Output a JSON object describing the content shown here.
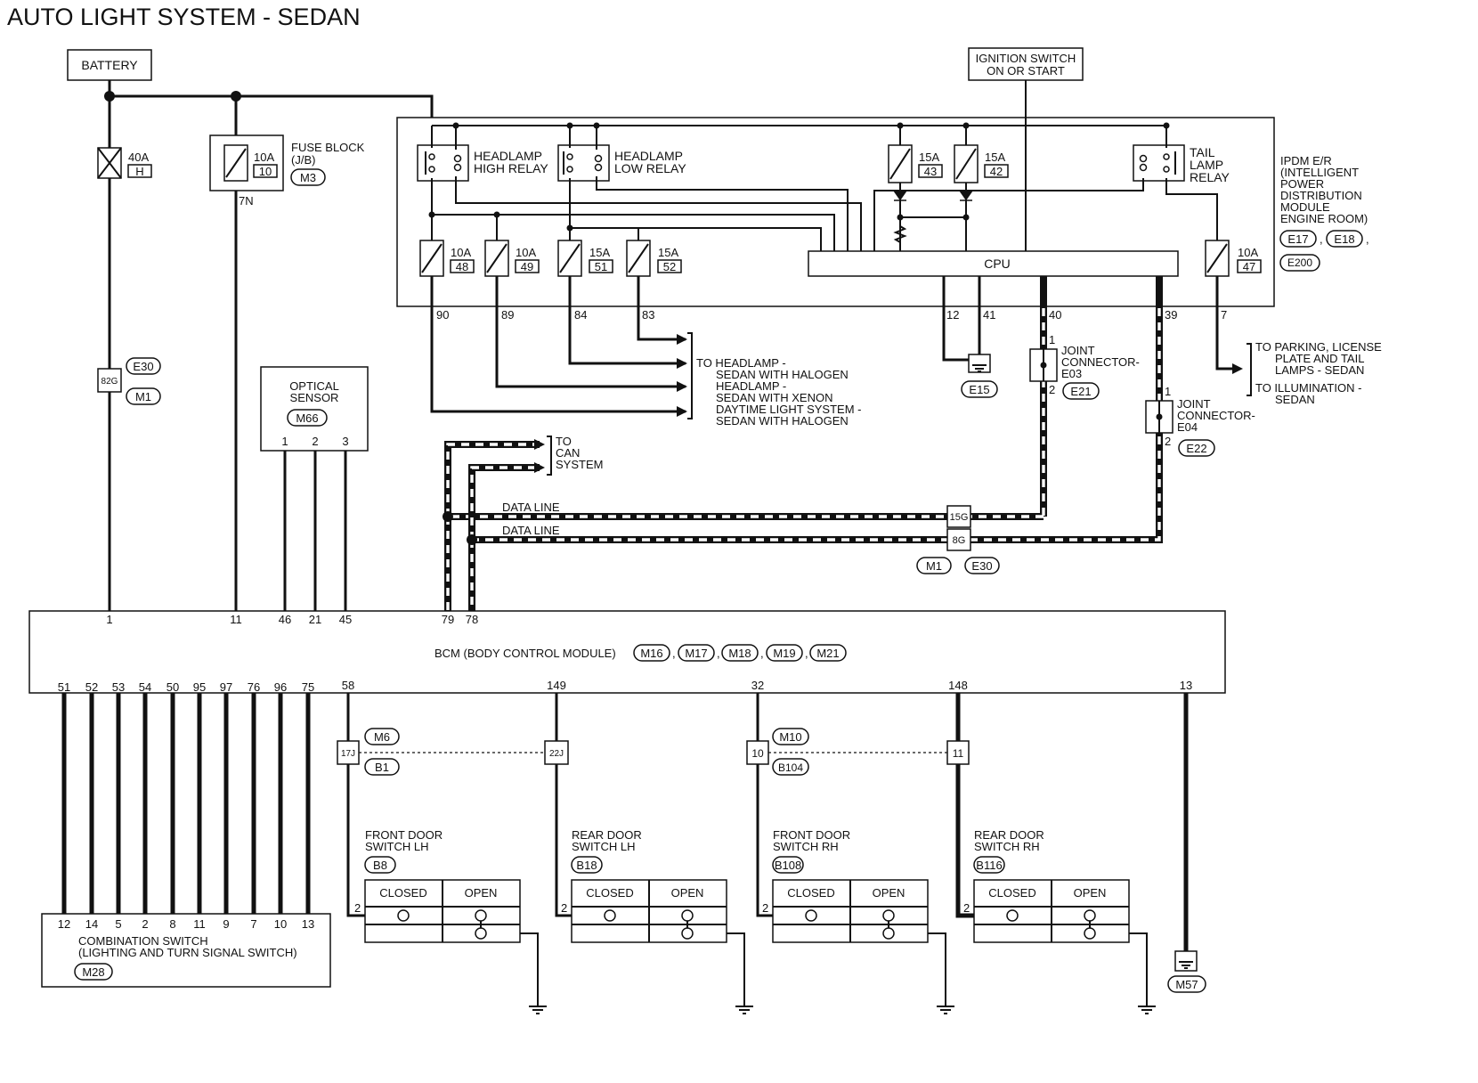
{
  "title": "AUTO LIGHT SYSTEM - SEDAN",
  "battery": "BATTERY",
  "ignition_switch": "IGNITION SWITCH ON OR START",
  "fuse_40a": {
    "amp": "40A",
    "id": "H"
  },
  "fuse_block": {
    "amp": "10A",
    "id": "10",
    "name": "FUSE BLOCK (J/B)",
    "connector": "M3",
    "terminal": "7N"
  },
  "ipdm": {
    "name": [
      "IPDM E/R",
      "(INTELLIGENT",
      "POWER",
      "DISTRIBUTION",
      "MODULE",
      "ENGINE ROOM)"
    ],
    "connectors": [
      "E17",
      "E18",
      "E200"
    ],
    "cpu": "CPU",
    "relays": {
      "high": [
        "HEADLAMP",
        "HIGH RELAY"
      ],
      "low": [
        "HEADLAMP",
        "LOW RELAY"
      ],
      "tail": [
        "TAIL",
        "LAMP",
        "RELAY"
      ]
    },
    "fuses": [
      {
        "amp": "10A",
        "id": "48"
      },
      {
        "amp": "10A",
        "id": "49"
      },
      {
        "amp": "15A",
        "id": "51"
      },
      {
        "amp": "15A",
        "id": "52"
      },
      {
        "amp": "15A",
        "id": "43"
      },
      {
        "amp": "15A",
        "id": "42"
      },
      {
        "amp": "10A",
        "id": "47"
      }
    ],
    "terminals": [
      "90",
      "89",
      "84",
      "83",
      "12",
      "41",
      "40",
      "39",
      "7"
    ]
  },
  "headlamp_targets": [
    "TO HEADLAMP -",
    "SEDAN WITH HALOGEN",
    "HEADLAMP -",
    "SEDAN WITH XENON",
    "DAYTIME LIGHT SYSTEM -",
    "SEDAN WITH HALOGEN"
  ],
  "parking_targets": [
    "TO PARKING, LICENSE",
    "PLATE AND TAIL",
    "LAMPS - SEDAN",
    "TO ILLUMINATION -",
    "SEDAN"
  ],
  "can_target": [
    "TO",
    "CAN",
    "SYSTEM"
  ],
  "ground_e15": "E15",
  "joint_e03": {
    "name": [
      "JOINT",
      "CONNECTOR-",
      "E03"
    ],
    "connector": "E21",
    "pin_top": "1",
    "pin_bottom": "2"
  },
  "joint_e04": {
    "name": [
      "JOINT",
      "CONNECTOR-",
      "E04"
    ],
    "connector": "E22",
    "pin_top": "1",
    "pin_bottom": "2"
  },
  "inline_82g": {
    "label": "82G",
    "connectors": [
      "E30",
      "M1"
    ]
  },
  "optical_sensor": {
    "name": [
      "OPTICAL",
      "SENSOR"
    ],
    "connector": "M66",
    "pins": [
      "1",
      "2",
      "3"
    ]
  },
  "data_lines": [
    "DATA LINE",
    "DATA LINE"
  ],
  "inline_data": {
    "labels": [
      "15G",
      "8G"
    ],
    "connectors": [
      "M1",
      "E30"
    ]
  },
  "bcm": {
    "name": "BCM (BODY CONTROL MODULE)",
    "connectors": [
      "M16",
      "M17",
      "M18",
      "M19",
      "M21"
    ],
    "top_pins": [
      "1",
      "11",
      "46",
      "21",
      "45",
      "79",
      "78"
    ],
    "bottom_pins": [
      "51",
      "52",
      "53",
      "54",
      "50",
      "95",
      "97",
      "76",
      "96",
      "75",
      "58",
      "149",
      "32",
      "148",
      "13"
    ]
  },
  "combination_switch": {
    "name": [
      "COMBINATION SWITCH",
      "(LIGHTING AND TURN SIGNAL SWITCH)"
    ],
    "connector": "M28",
    "pins": [
      "12",
      "14",
      "5",
      "2",
      "8",
      "11",
      "9",
      "7",
      "10",
      "13"
    ]
  },
  "inline_door": [
    {
      "label": "17J",
      "connectors": [
        "M6",
        "B1"
      ]
    },
    {
      "label": "22J"
    },
    {
      "label": "10",
      "connectors": [
        "M10",
        "B104"
      ]
    },
    {
      "label": "11"
    }
  ],
  "door_switches": [
    {
      "name": [
        "FRONT DOOR",
        "SWITCH LH"
      ],
      "connector": "B8"
    },
    {
      "name": [
        "REAR DOOR",
        "SWITCH LH"
      ],
      "connector": "B18"
    },
    {
      "name": [
        "FRONT DOOR",
        "SWITCH RH"
      ],
      "connector": "B108"
    },
    {
      "name": [
        "REAR DOOR",
        "SWITCH RH"
      ],
      "connector": "B116"
    }
  ],
  "switch_states": [
    "CLOSED",
    "OPEN"
  ],
  "switch_pin": "2",
  "ground_m57": "M57"
}
